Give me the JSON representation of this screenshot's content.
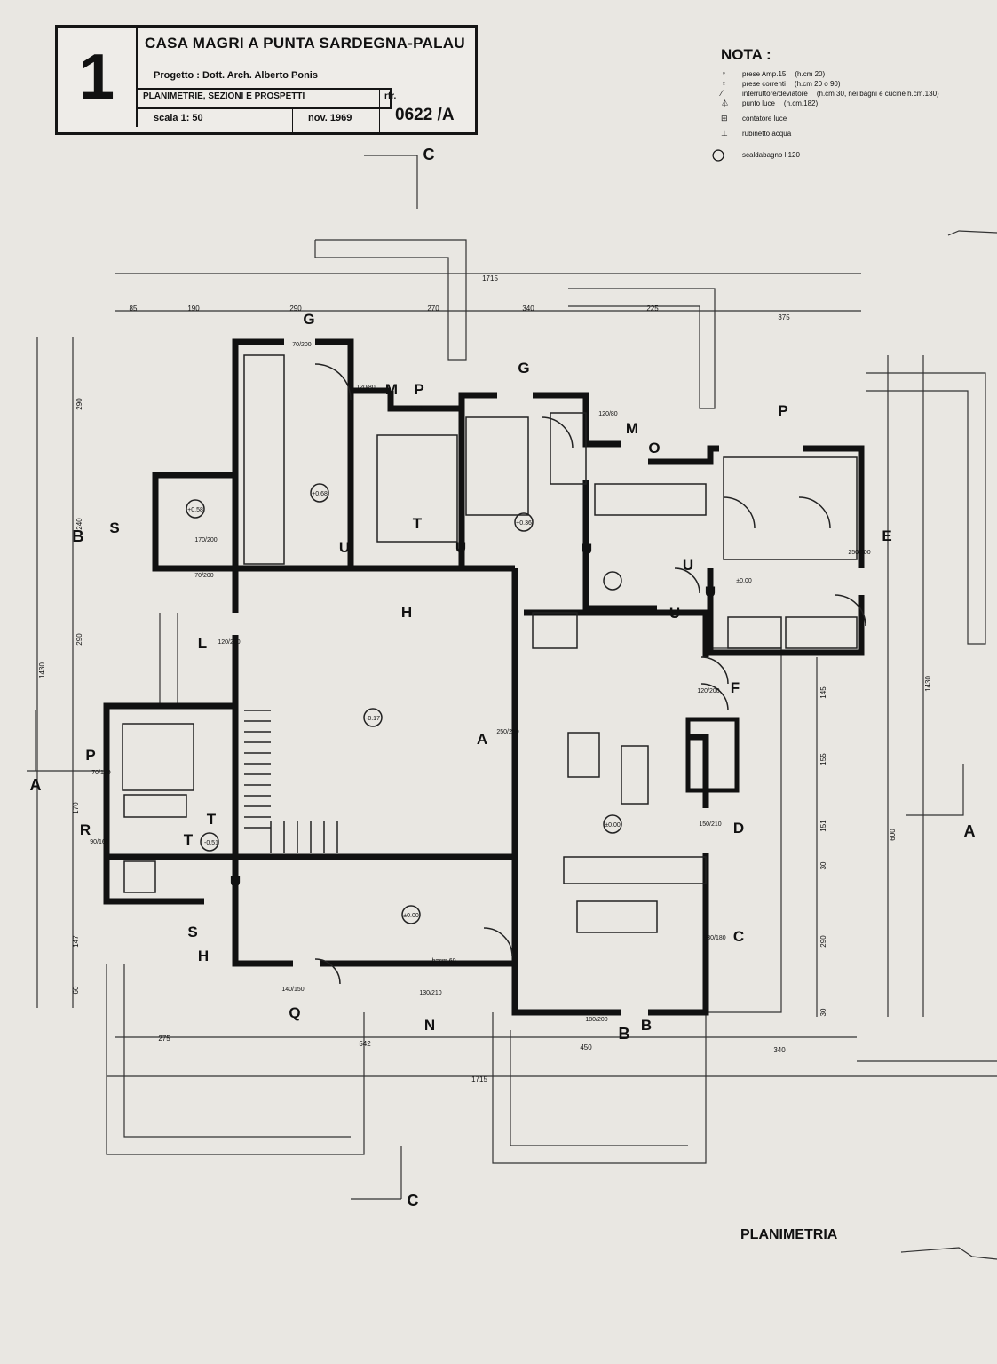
{
  "title_block": {
    "sheet_number": "1",
    "title": "CASA MAGRI A PUNTA SARDEGNA-PALAU",
    "project": "Progetto : Dott. Arch. Alberto Ponis",
    "subtitle": "PLANIMETRIE, SEZIONI E PROSPETTI",
    "scale": "scala 1: 50",
    "date": "nov. 1969",
    "ref_label": "rfr.",
    "ref_code": "0622 /A"
  },
  "nota": {
    "heading": "NOTA :",
    "items": [
      {
        "icon": "socket-filled-icon",
        "glyph": "♀",
        "label": "prese Amp.15",
        "note": "(h.cm 20)"
      },
      {
        "icon": "socket-icon",
        "glyph": "♀",
        "label": "prese correnti",
        "note": "(h.cm 20 o 90)"
      },
      {
        "icon": "switch-icon",
        "glyph": "⁄",
        "label": "interruttore/deviatore",
        "note": "(h.cm 30, nei bagni e cucine h.cm.130)"
      },
      {
        "icon": "light-point-icon",
        "glyph": "⏄",
        "label": "punto luce",
        "note": "(h.cm.182)"
      },
      {
        "icon": "meter-icon",
        "glyph": "⊞",
        "label": "contatore luce",
        "note": ""
      },
      {
        "icon": "tap-icon",
        "glyph": "⊥",
        "label": "rubinetto acqua",
        "note": ""
      },
      {
        "icon": "water-heater-icon",
        "glyph": "○",
        "label": "scaldabagno l.120",
        "note": ""
      }
    ]
  },
  "drawing_title": "PLANIMETRIA",
  "section_marks": [
    "C",
    "C",
    "A",
    "A",
    "B",
    "B"
  ],
  "door_letters": [
    "G",
    "M",
    "P",
    "G",
    "M",
    "O",
    "P",
    "E",
    "S",
    "L",
    "A",
    "P",
    "R",
    "T",
    "T",
    "T",
    "S",
    "H",
    "H",
    "Q",
    "N",
    "B",
    "C",
    "D",
    "F",
    "U",
    "U",
    "U",
    "U",
    "U",
    "U",
    "U"
  ],
  "levels": [
    "+0.68",
    "+0.58",
    "+0.36",
    "±0.00",
    "-0.17",
    "±0.00",
    "-0.51",
    "±0.00"
  ],
  "dimensions": {
    "top_total": "1715",
    "top": [
      "85",
      "190",
      "290",
      "270",
      "340",
      "225",
      "375"
    ],
    "bottom": [
      "275",
      "542",
      "450",
      "340"
    ],
    "bottom_total": "1715",
    "left": [
      "290",
      "240",
      "290",
      "1430",
      "170",
      "147",
      "60"
    ],
    "right": [
      "145",
      "155",
      "151",
      "30",
      "290",
      "30",
      "600",
      "1430"
    ],
    "door_sizes": [
      "70/200",
      "120/80",
      "70/200",
      "120/80",
      "250/200",
      "170/200",
      "70/200",
      "120/200",
      "250/200",
      "70/130",
      "90/160",
      "150/210",
      "120/200",
      "230/180",
      "140/150",
      "130/210",
      "180/200",
      "h=cm.60"
    ]
  }
}
